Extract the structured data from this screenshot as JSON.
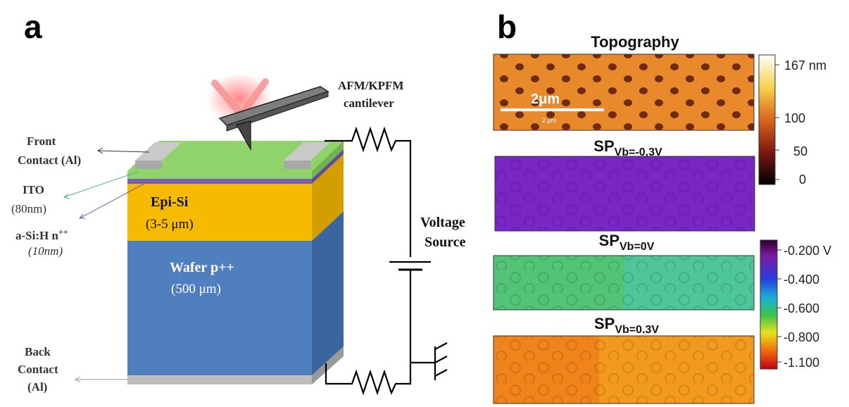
{
  "panel_a": {
    "label": "a",
    "layers": {
      "epi_name": "Epi-Si",
      "epi_thickness": "(3-5 μm)",
      "wafer_name": "Wafer p++",
      "wafer_thickness": "(500 μm)"
    },
    "labels": {
      "front_contact_1": "Front",
      "front_contact_2": "Contact (Al)",
      "ito_1": "ITO",
      "ito_2": "(80nm)",
      "asi_1": "a-Si:H n",
      "asi_sup": "++",
      "asi_2": "(10nm)",
      "back_1": "Back",
      "back_2": "Contact",
      "back_3": "(Al)",
      "cantilever_1": "AFM/KPFM",
      "cantilever_2": "cantilever",
      "voltage_1": "Voltage",
      "voltage_2": "Source"
    },
    "colors": {
      "ito": "#8fd36a",
      "epi": "#f6bb00",
      "wafer": "#4f7fbf",
      "wafer_side": "#3b659e",
      "contact": "#bdbdbd",
      "asi": "#7a5db0"
    }
  },
  "panel_b": {
    "label": "b",
    "topography_title": "Topography",
    "scale_bar": "2μm",
    "scale_bar_small": "2 μm",
    "sp_prefix": "SP",
    "maps": [
      {
        "sub": "Vb=-0,3V",
        "tone": "violet"
      },
      {
        "sub": "Vb=0V",
        "tone": "green-cyan"
      },
      {
        "sub": "Vb=0.3V",
        "tone": "orange"
      }
    ],
    "topo_colorbar": {
      "ticks": [
        "167 nm",
        "100",
        "50",
        "0"
      ]
    },
    "sp_colorbar": {
      "ticks": [
        "-0.200 V",
        "-0.400",
        "-0.600",
        "-0.800",
        "-1.100"
      ]
    }
  }
}
